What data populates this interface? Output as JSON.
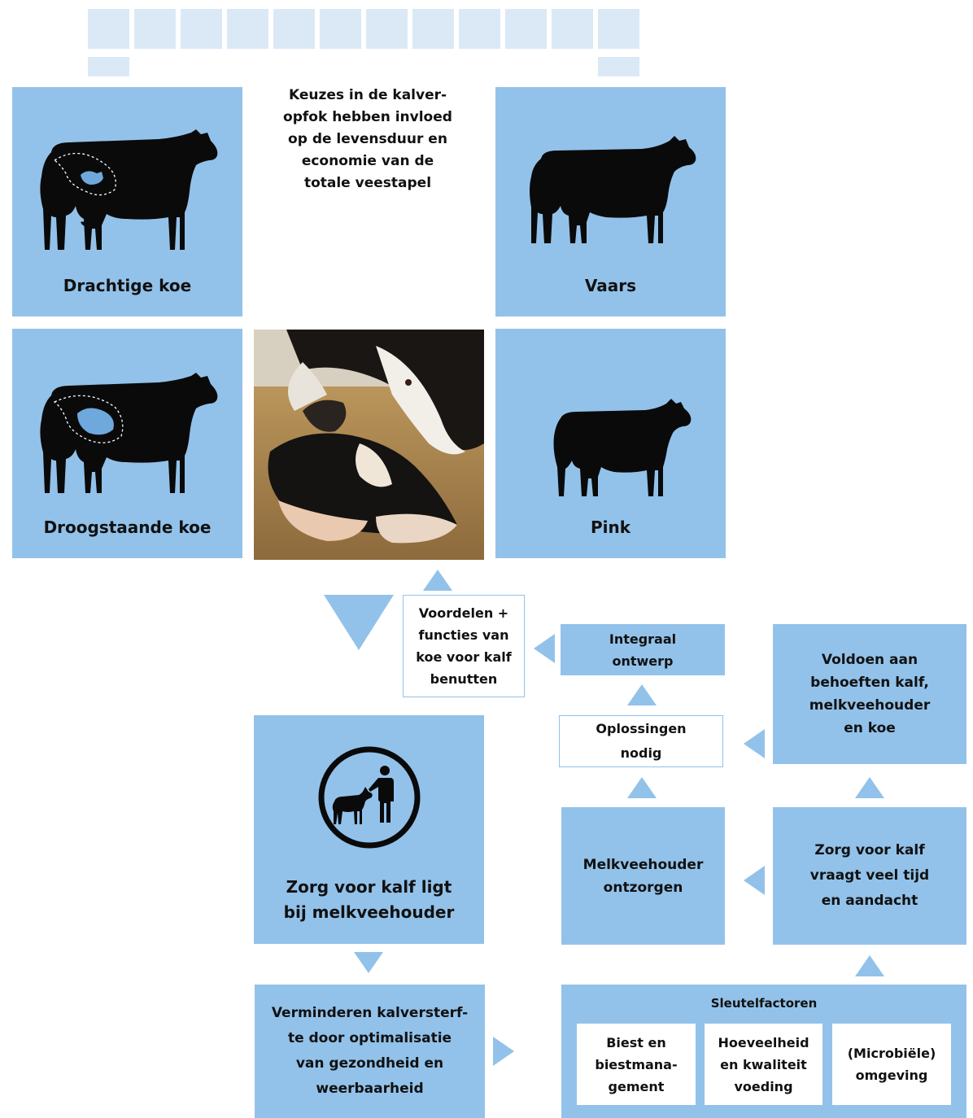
{
  "colors": {
    "box": "#92c2ea",
    "deco": "#dbe9f7",
    "silhouette": "#0a0a0a",
    "highlight": "#6fa8dc"
  },
  "intro_text": "Keuzes in de kalver-\nopfok hebben invloed\nop de levensduur en\neconomie van de\ntotale veestapel",
  "cards": {
    "pregnant_cow": "Drachtige koe",
    "heifer": "Vaars",
    "dry_cow": "Droogstaande koe",
    "young_heifer": "Pink"
  },
  "flow": {
    "benefits": "Voordelen +\nfuncties van\nkoe voor kalf\nbenutten",
    "integral_design": "Integraal\nontwerp",
    "solutions_needed": "Oplossingen\nnodig",
    "needs": "Voldoen aan\nbehoeften kalf,\nmelkveehouder\nen koe",
    "care_farmer": "Zorg voor kalf ligt\nbij melkveehouder",
    "relieve_farmer": "Melkveehouder\nontzorgen",
    "care_time": "Zorg voor kalf\nvraagt veel tijd\nen aandacht",
    "reduce_mortality": "Verminderen kalversterf-\nte door optimalisatie\nvan gezondheid en\nweerbaarheid"
  },
  "key_factors": {
    "title": "Sleutelfactoren",
    "items": [
      "Biest en\nbiestmana-\ngement",
      "Hoeveelheid\nen kwaliteit\nvoeding",
      "(Microbiële)\nomgeving"
    ]
  },
  "icons": {
    "cow": "cow-silhouette-icon",
    "calf": "calf-silhouette-icon",
    "farmer_calf": "farmer-with-calf-icon",
    "photo": "cow-licking-newborn-calf-photo"
  }
}
